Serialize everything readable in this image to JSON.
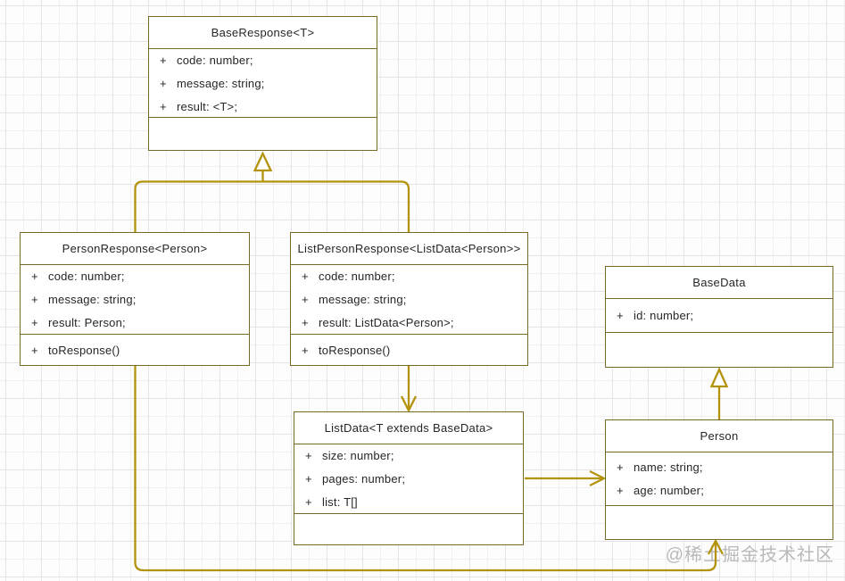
{
  "diagram_title": "UML class diagram",
  "watermark": "@稀土掘金技术社区",
  "colors": {
    "connector": "#b2930b",
    "box_border": "#776a26",
    "text": "#262626",
    "watermark": "#b9b9b9"
  },
  "classes": [
    {
      "title": "BaseResponse<T>",
      "attributes": [
        {
          "vis": "+",
          "text": "code: number;"
        },
        {
          "vis": "+",
          "text": "message: string;"
        },
        {
          "vis": "+",
          "text": "result: <T>;"
        }
      ],
      "methods": []
    },
    {
      "title": "PersonResponse<Person>",
      "attributes": [
        {
          "vis": "+",
          "text": "code: number;"
        },
        {
          "vis": "+",
          "text": "message: string;"
        },
        {
          "vis": "+",
          "text": "result: Person;"
        }
      ],
      "methods": [
        {
          "vis": "+",
          "text": "toResponse()"
        }
      ]
    },
    {
      "title": "ListPersonResponse<ListData<Person>>",
      "attributes": [
        {
          "vis": "+",
          "text": "code: number;"
        },
        {
          "vis": "+",
          "text": "message: string;"
        },
        {
          "vis": "+",
          "text": "result: ListData<Person>;"
        }
      ],
      "methods": [
        {
          "vis": "+",
          "text": "toResponse()"
        }
      ]
    },
    {
      "title": "BaseData",
      "attributes": [
        {
          "vis": "+",
          "text": "id: number;"
        }
      ],
      "methods": []
    },
    {
      "title": "ListData<T extends BaseData>",
      "attributes": [
        {
          "vis": "+",
          "text": "size: number;"
        },
        {
          "vis": "+",
          "text": "pages: number;"
        },
        {
          "vis": "+",
          "text": "list: T[]"
        }
      ],
      "methods": []
    },
    {
      "title": "Person",
      "attributes": [
        {
          "vis": "+",
          "text": "name: string;"
        },
        {
          "vis": "+",
          "text": "age: number;"
        }
      ],
      "methods": []
    }
  ],
  "relationships": [
    {
      "from": "PersonResponse<Person>",
      "to": "BaseResponse<T>",
      "type": "generalization"
    },
    {
      "from": "ListPersonResponse<ListData<Person>>",
      "to": "BaseResponse<T>",
      "type": "generalization"
    },
    {
      "from": "PersonResponse<Person>",
      "to": "Person",
      "type": "directed-association"
    },
    {
      "from": "ListPersonResponse<ListData<Person>>",
      "to": "ListData<T extends BaseData>",
      "type": "directed-association"
    },
    {
      "from": "ListData<T extends BaseData>",
      "to": "Person",
      "type": "directed-association"
    },
    {
      "from": "Person",
      "to": "BaseData",
      "type": "generalization"
    }
  ]
}
